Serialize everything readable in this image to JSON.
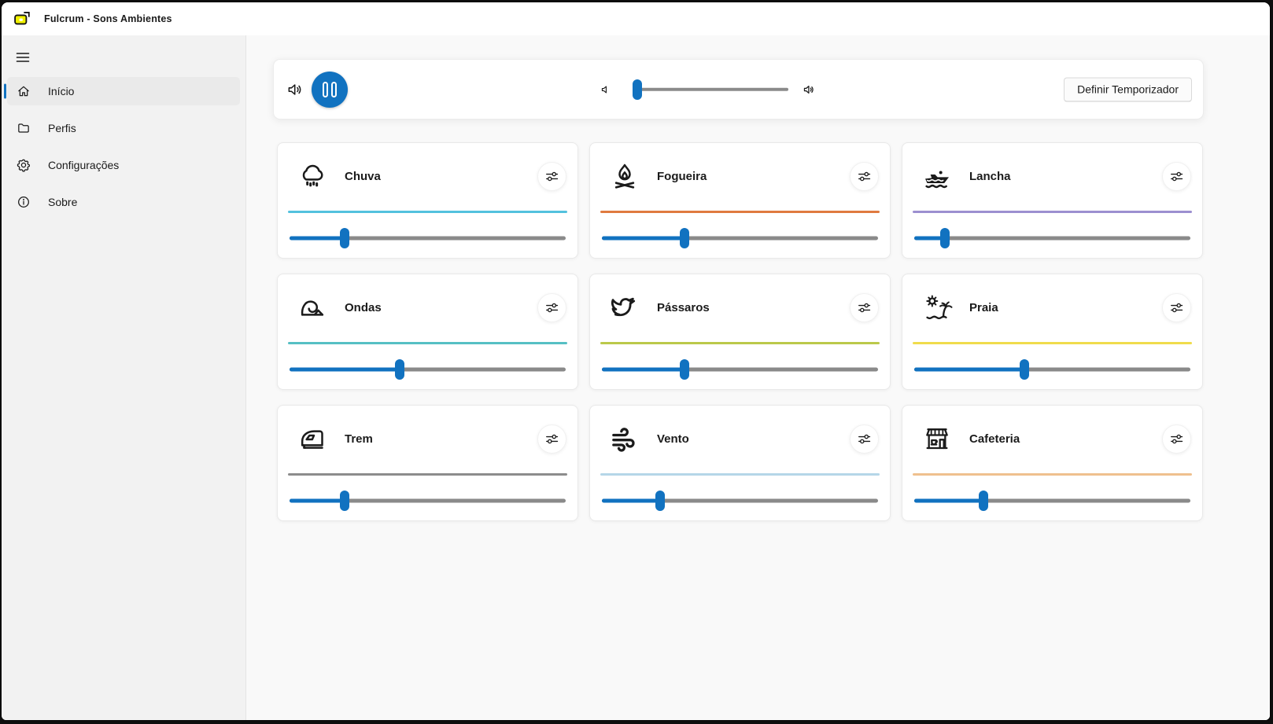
{
  "app_title": "Fulcrum - Sons Ambientes",
  "sidebar": {
    "items": [
      {
        "label": "Início",
        "icon": "home",
        "selected": true
      },
      {
        "label": "Perfis",
        "icon": "folder",
        "selected": false
      },
      {
        "label": "Configurações",
        "icon": "gear",
        "selected": false
      },
      {
        "label": "Sobre",
        "icon": "info",
        "selected": false
      }
    ]
  },
  "player_bar": {
    "playback_state": "playing",
    "pause_button_glyph": "pause",
    "master_volume_percent": 2,
    "timer_button_label": "Definir Temporizador"
  },
  "sounds": [
    {
      "name": "Chuva",
      "icon": "rain-cloud",
      "accent_color": "#53C1DE",
      "volume_percent": 20
    },
    {
      "name": "Fogueira",
      "icon": "bonfire",
      "accent_color": "#E07A3F",
      "volume_percent": 30
    },
    {
      "name": "Lancha",
      "icon": "motorboat",
      "accent_color": "#9C8FD0",
      "volume_percent": 11
    },
    {
      "name": "Ondas",
      "icon": "wave",
      "accent_color": "#56BFC4",
      "volume_percent": 40
    },
    {
      "name": "Pássaros",
      "icon": "bird",
      "accent_color": "#BBC94A",
      "volume_percent": 30
    },
    {
      "name": "Praia",
      "icon": "beach",
      "accent_color": "#F0DC4C",
      "volume_percent": 40
    },
    {
      "name": "Trem",
      "icon": "train",
      "accent_color": "#8C8C8C",
      "volume_percent": 20
    },
    {
      "name": "Vento",
      "icon": "wind",
      "accent_color": "#B5D6E8",
      "volume_percent": 21
    },
    {
      "name": "Cafeteria",
      "icon": "coffee-shop",
      "accent_color": "#EFC08E",
      "volume_percent": 25
    }
  ],
  "colors": {
    "accent_blue": "#1172C0",
    "sidebar_bg": "#F2F2F2",
    "content_bg": "#F9F9F9",
    "card_bg": "#FFFFFF",
    "slider_track_gray": "#8A8A8A"
  }
}
